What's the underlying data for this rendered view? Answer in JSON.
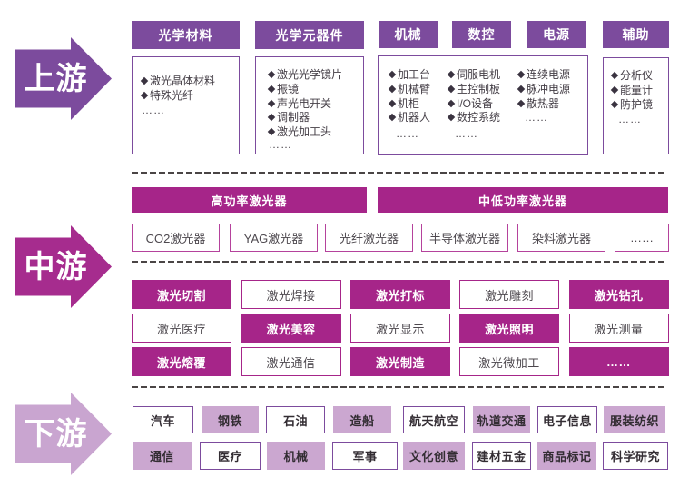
{
  "colors": {
    "purple": "#7C4B9D",
    "magenta": "#A62589",
    "magenta_border": "#B5429C",
    "lilac": "#CBA7D0",
    "dash_gray": "#4A4545"
  },
  "upstream": {
    "arrow_label": "上游",
    "headers": [
      "光学材料",
      "光学元器件",
      "机械",
      "数控",
      "电源",
      "辅助"
    ],
    "optical_materials": {
      "items": [
        "激光晶体材料",
        "特殊光纤"
      ],
      "more": "……"
    },
    "optical_components": {
      "items": [
        "激光光学镜片",
        "振镜",
        "声光电开关",
        "调制器",
        "激光加工头"
      ],
      "more": "……"
    },
    "machine_group": {
      "machine": {
        "items": [
          "加工台",
          "机械臂",
          "机柜",
          "机器人"
        ],
        "more": "……"
      },
      "cnc": {
        "items": [
          "伺服电机",
          "主控制板",
          "I/O设备",
          "数控系统"
        ],
        "more": "……"
      },
      "power": {
        "items": [
          "连续电源",
          "脉冲电源",
          "散热器"
        ],
        "more": "……"
      }
    },
    "aux": {
      "items": [
        "分析仪",
        "能量计",
        "防护镜"
      ],
      "more": "……"
    }
  },
  "midstream": {
    "arrow_label": "中游",
    "power_bars": [
      "高功率激光器",
      "中低功率激光器"
    ],
    "laser_types": [
      "CO2激光器",
      "YAG激光器",
      "光纤激光器",
      "半导体激光器",
      "染料激光器",
      "……"
    ],
    "applications": [
      {
        "label": "激光切割",
        "filled": true
      },
      {
        "label": "激光焊接",
        "filled": false
      },
      {
        "label": "激光打标",
        "filled": true
      },
      {
        "label": "激光雕刻",
        "filled": false
      },
      {
        "label": "激光钻孔",
        "filled": true
      },
      {
        "label": "激光医疗",
        "filled": false
      },
      {
        "label": "激光美容",
        "filled": true
      },
      {
        "label": "激光显示",
        "filled": false
      },
      {
        "label": "激光照明",
        "filled": true
      },
      {
        "label": "激光测量",
        "filled": false
      },
      {
        "label": "激光熔覆",
        "filled": true
      },
      {
        "label": "激光通信",
        "filled": false
      },
      {
        "label": "激光制造",
        "filled": true
      },
      {
        "label": "激光微加工",
        "filled": false
      },
      {
        "label": "……",
        "filled": true
      }
    ]
  },
  "downstream": {
    "arrow_label": "下游",
    "industries": [
      {
        "label": "汽车",
        "filled": false
      },
      {
        "label": "钢铁",
        "filled": true
      },
      {
        "label": "石油",
        "filled": false
      },
      {
        "label": "造船",
        "filled": true
      },
      {
        "label": "航天航空",
        "filled": false
      },
      {
        "label": "轨道交通",
        "filled": true
      },
      {
        "label": "电子信息",
        "filled": false
      },
      {
        "label": "服装纺织",
        "filled": true
      },
      {
        "label": "通信",
        "filled": true
      },
      {
        "label": "医疗",
        "filled": false
      },
      {
        "label": "机械",
        "filled": true
      },
      {
        "label": "军事",
        "filled": false
      },
      {
        "label": "文化创意",
        "filled": true
      },
      {
        "label": "建材五金",
        "filled": false
      },
      {
        "label": "商品标记",
        "filled": true
      },
      {
        "label": "科学研究",
        "filled": false
      }
    ]
  }
}
